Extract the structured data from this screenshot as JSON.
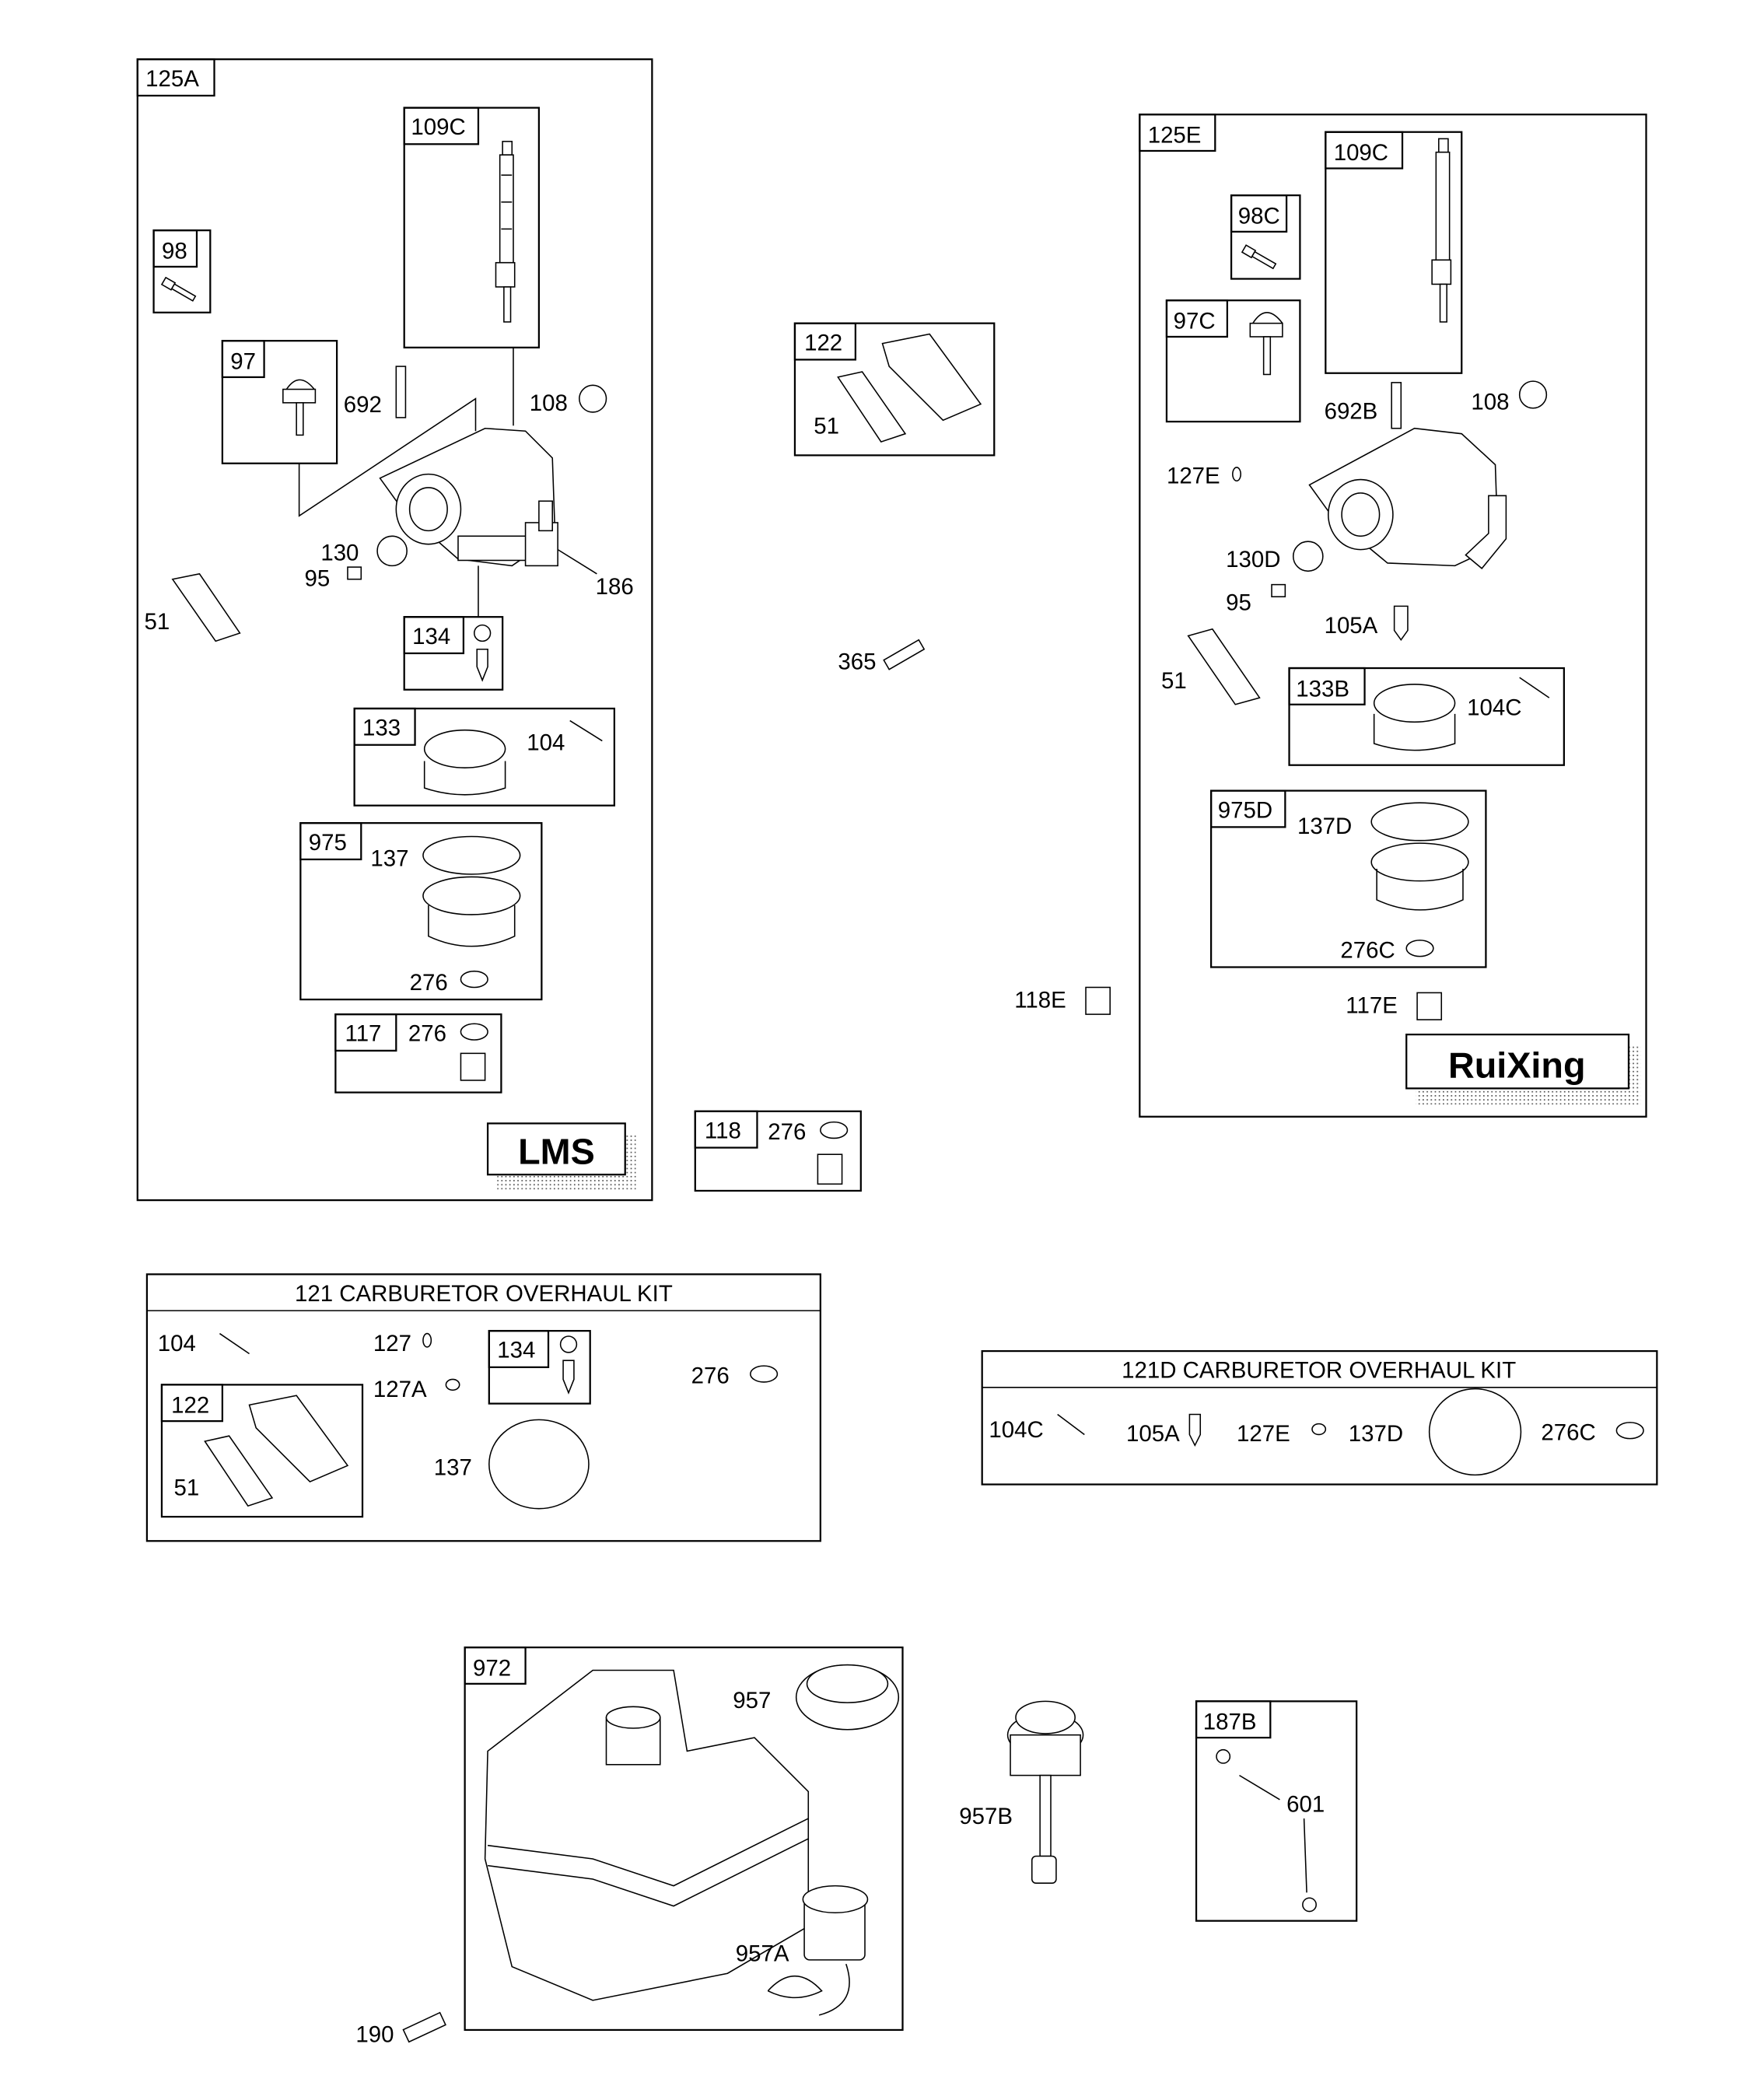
{
  "groups": {
    "g125A": {
      "title": "125A",
      "brand": "LMS",
      "sub": {
        "g109C": "109C",
        "g98": "98",
        "g97": "97",
        "g134": "134",
        "g133": "133",
        "g975": "975",
        "g117": "117"
      },
      "callouts": {
        "c692": "692",
        "c108": "108",
        "c130": "130",
        "c95": "95",
        "c186": "186",
        "c51": "51",
        "c104": "104",
        "c137": "137",
        "c276a": "276",
        "c276b": "276"
      }
    },
    "g122": {
      "title": "122",
      "callouts": {
        "c51": "51"
      }
    },
    "g118": {
      "title": "118",
      "callouts": {
        "c276": "276"
      }
    },
    "loose": {
      "c365": "365",
      "c118E": "118E",
      "c190": "190"
    },
    "g125E": {
      "title": "125E",
      "brand": "RuiXing",
      "sub": {
        "g109C": "109C",
        "g98C": "98C",
        "g97C": "97C",
        "g133B": "133B",
        "g975D": "975D"
      },
      "callouts": {
        "c692B": "692B",
        "c108": "108",
        "c127E": "127E",
        "c130D": "130D",
        "c95": "95",
        "c105A": "105A",
        "c51": "51",
        "c104C": "104C",
        "c137D": "137D",
        "c276C": "276C",
        "c117E": "117E"
      }
    },
    "kit121": {
      "title": "121 CARBURETOR OVERHAUL KIT",
      "sub": {
        "g134": "134",
        "g122": "122"
      },
      "callouts": {
        "c104": "104",
        "c127": "127",
        "c127A": "127A",
        "c276": "276",
        "c137": "137",
        "c51": "51"
      }
    },
    "kit121D": {
      "title": "121D CARBURETOR OVERHAUL KIT",
      "callouts": {
        "c104C": "104C",
        "c105A": "105A",
        "c127E": "127E",
        "c137D": "137D",
        "c276C": "276C"
      }
    },
    "g972": {
      "title": "972",
      "callouts": {
        "c957": "957",
        "c957A": "957A"
      }
    },
    "g957B": {
      "callouts": {
        "c957B": "957B"
      }
    },
    "g187B": {
      "title": "187B",
      "callouts": {
        "c601": "601"
      }
    }
  }
}
